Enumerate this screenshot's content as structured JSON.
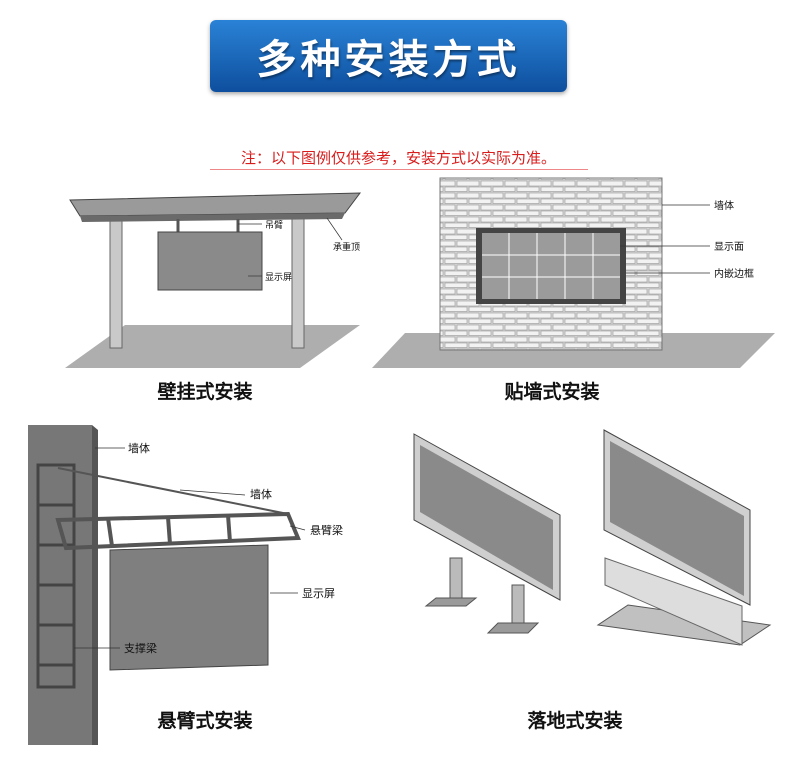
{
  "header": {
    "title": "多种安装方式"
  },
  "note": "注：以下图例仅供参考，安装方式以实际为准。",
  "panels": [
    {
      "caption": "壁挂式安装",
      "labels": {
        "arm": "吊臂",
        "screen": "显示屏",
        "roof": "承重顶"
      }
    },
    {
      "caption": "贴墙式安装",
      "labels": {
        "wall": "墙体",
        "screen": "显示面",
        "frame": "内嵌边框"
      }
    },
    {
      "caption": "悬臂式安装",
      "labels": {
        "wall": "墙体",
        "wall2": "墙体",
        "cantilever": "悬臂梁",
        "screen": "显示屏",
        "support": "支撑梁"
      }
    },
    {
      "caption": "落地式安装"
    }
  ],
  "colors": {
    "banner_top": "#2a82d6",
    "banner_bottom": "#0e4f9e",
    "note": "#d81c1c",
    "screen": "#8a8a8a"
  }
}
